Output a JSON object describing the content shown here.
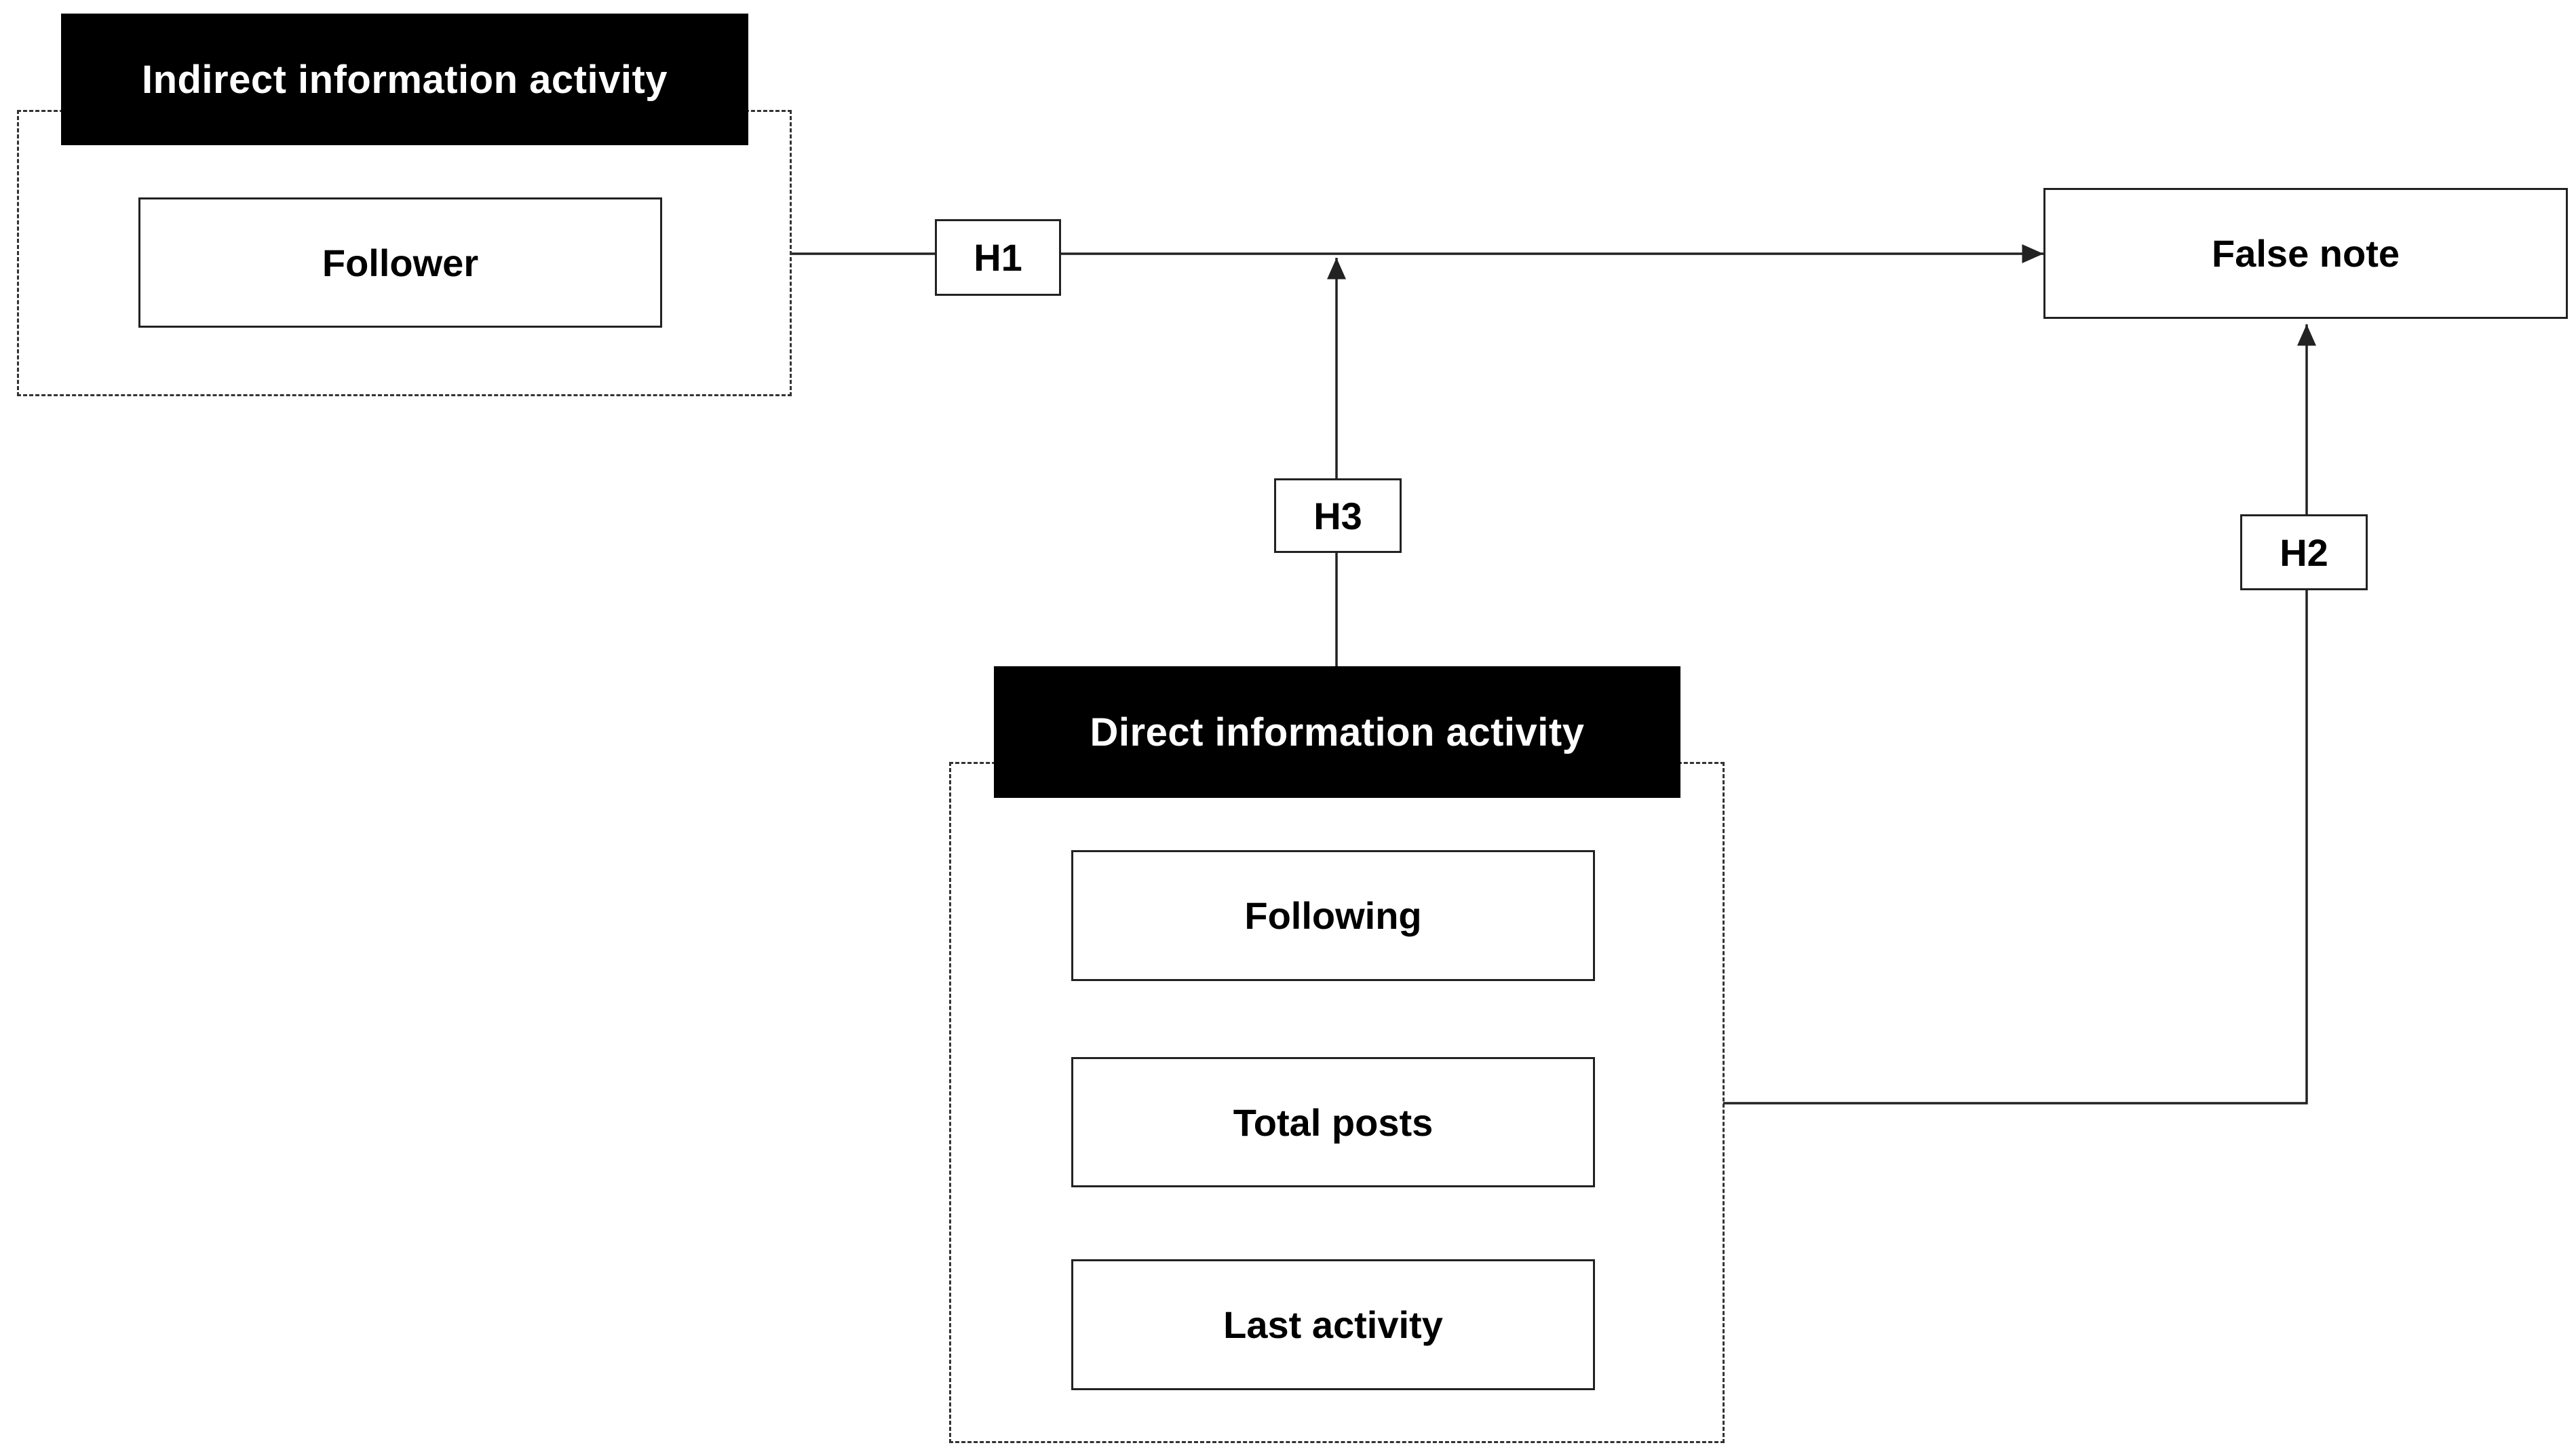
{
  "diagram": {
    "indirect_group": {
      "title": "Indirect information activity",
      "items": [
        "Follower"
      ]
    },
    "direct_group": {
      "title": "Direct information activity",
      "items": [
        "Following",
        "Total posts",
        "Last activity"
      ]
    },
    "outcome": "False note",
    "hypotheses": {
      "h1": "H1",
      "h2": "H2",
      "h3": "H3"
    },
    "colors": {
      "header_fill": "#000000",
      "header_text": "#ffffff",
      "line": "#222222",
      "background": "#ffffff"
    }
  }
}
